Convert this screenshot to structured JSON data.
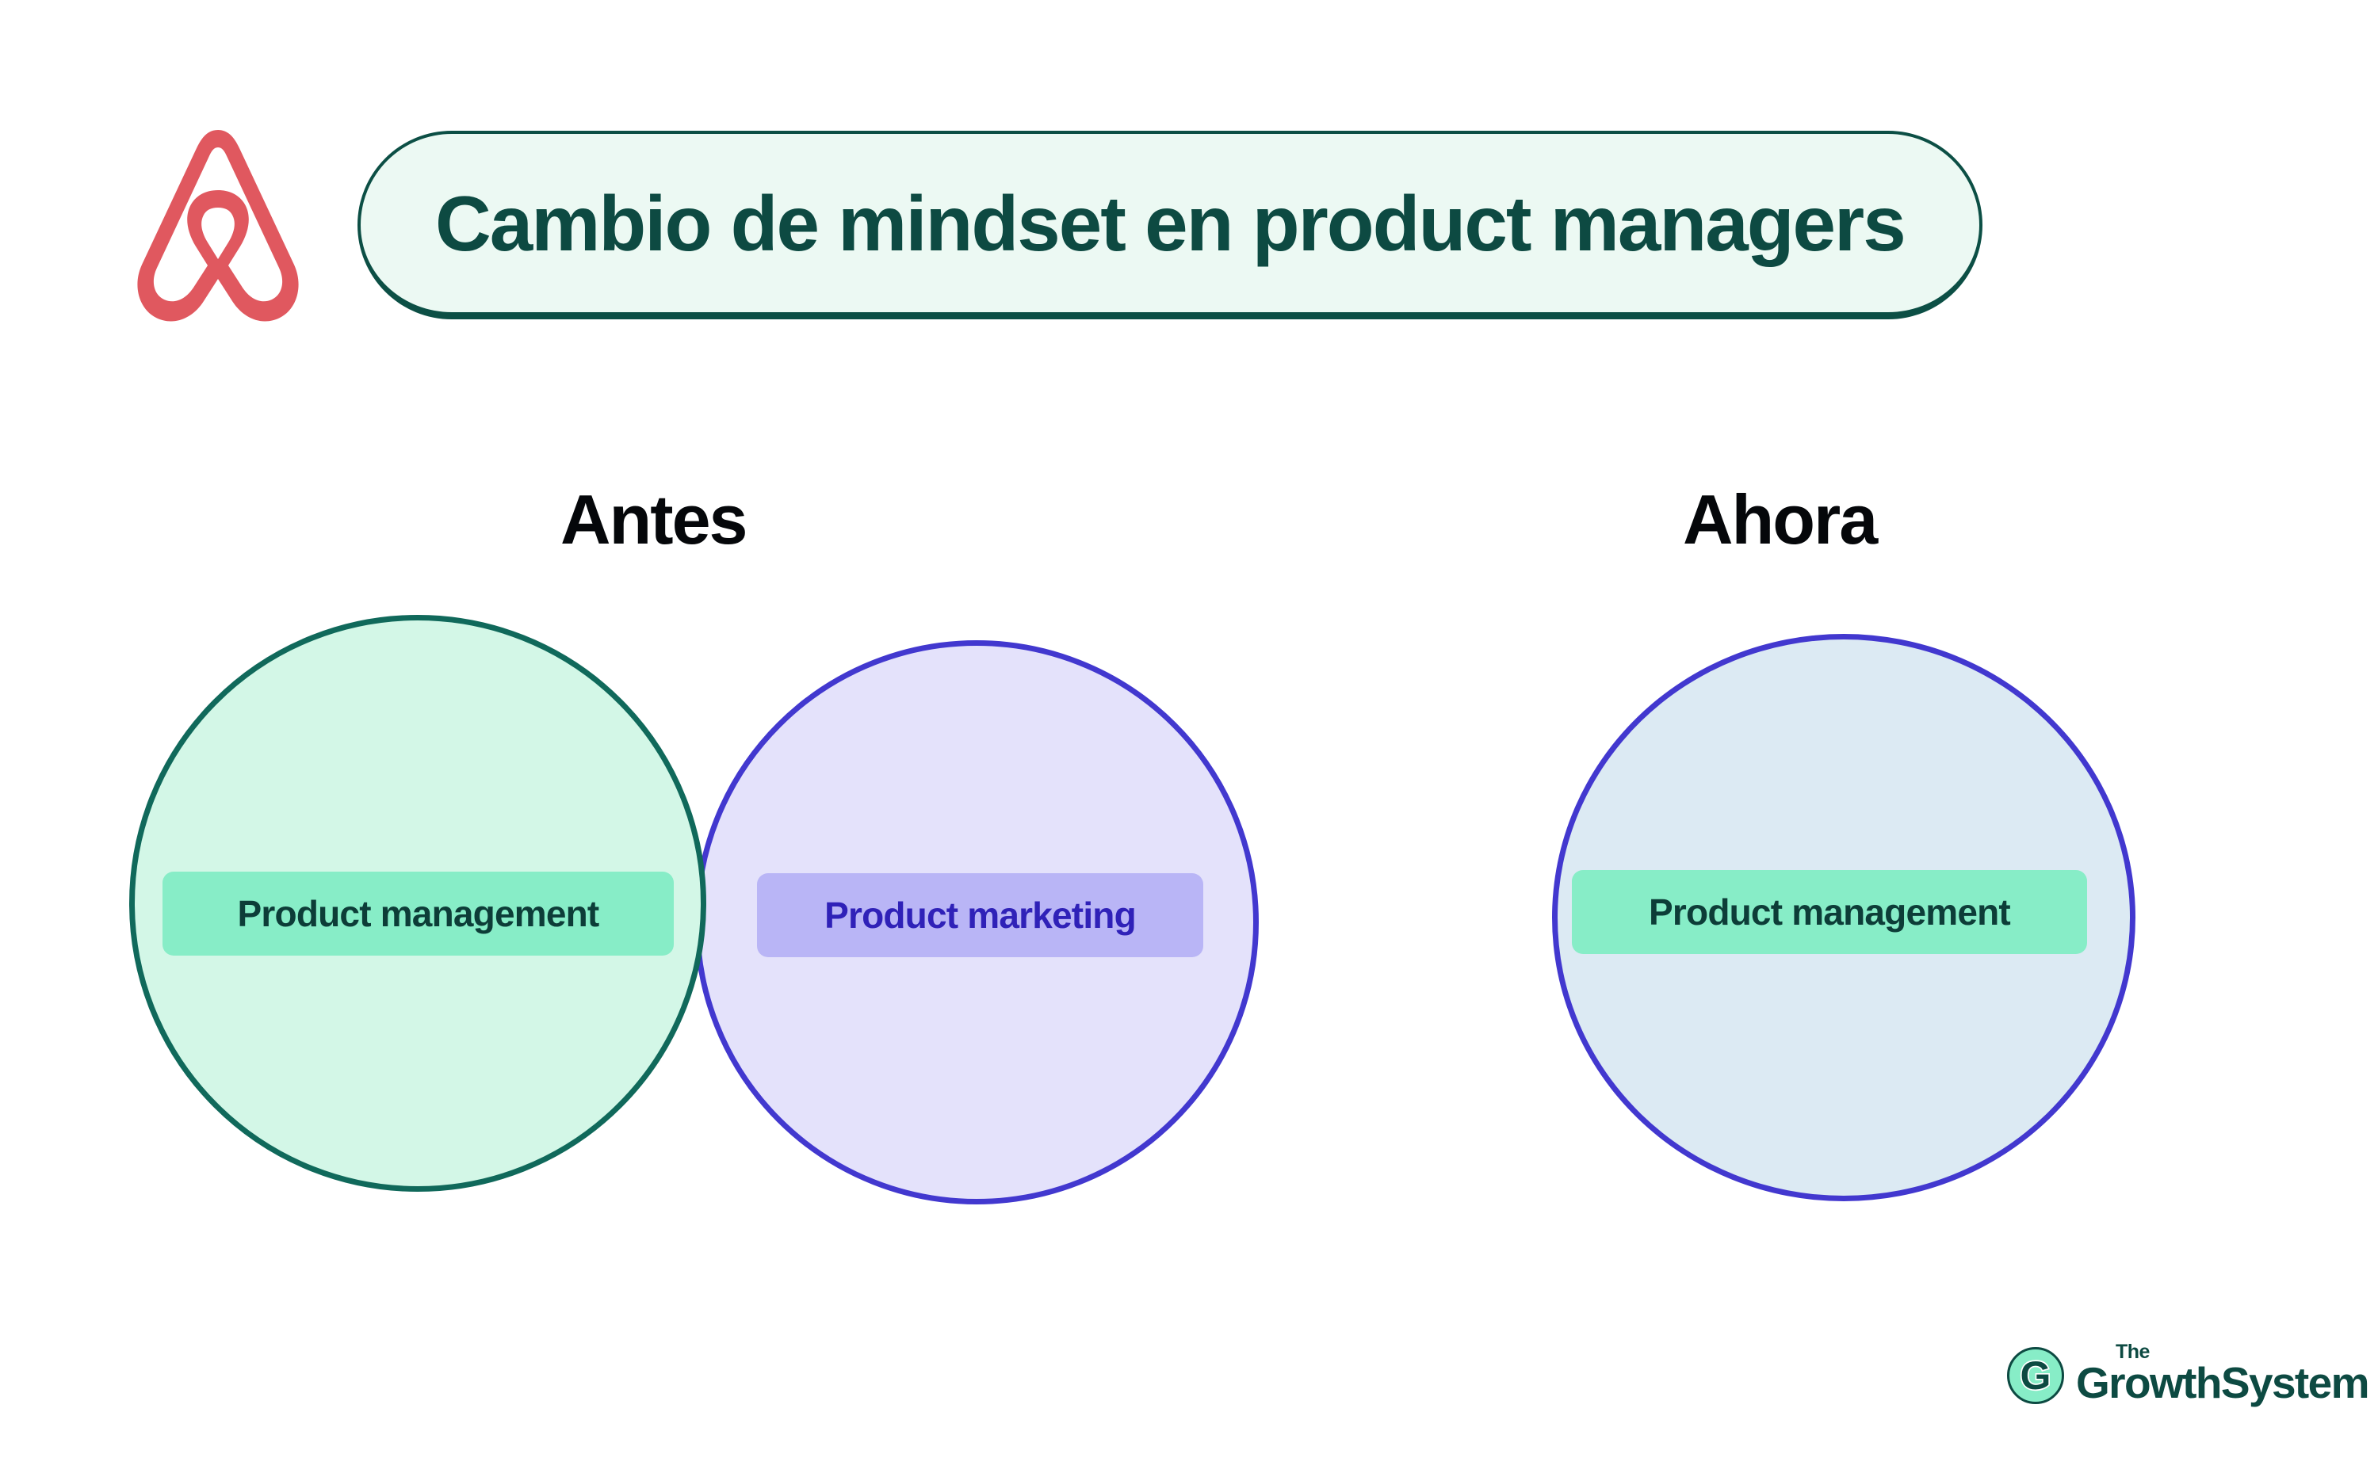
{
  "header": {
    "brand_icon": "airbnb-belo-logo",
    "brand_color": "#e0585f",
    "title": "Cambio de mindset en product managers",
    "title_color": "#0d4a42",
    "title_pill_fill": "#ecf9f3",
    "title_pill_border": "#0c4f45"
  },
  "columns": [
    {
      "heading": "Antes",
      "circles": [
        {
          "label": "Product management",
          "fill": "#d3f7e7",
          "border": "#10695b",
          "label_fill": "#87edc7",
          "label_text_color": "#0d3d38"
        },
        {
          "label": "Product marketing",
          "fill": "#e4e2fb",
          "border": "#4238cf",
          "label_fill": "#b9b5f6",
          "label_text_color": "#2f21b8"
        }
      ]
    },
    {
      "heading": "Ahora",
      "circles": [
        {
          "label": "Product management",
          "fill": "#dceaf3",
          "border": "#4238cf",
          "label_fill": "#87edc7",
          "label_text_color": "#0d3d38"
        }
      ]
    }
  ],
  "footer": {
    "mark_icon": "growth-system-g-monogram",
    "mark_circle_fill": "#87edc7",
    "mark_letter": "G",
    "superscript": "The",
    "name": "GrowthSystem",
    "color": "#0d4a42"
  }
}
